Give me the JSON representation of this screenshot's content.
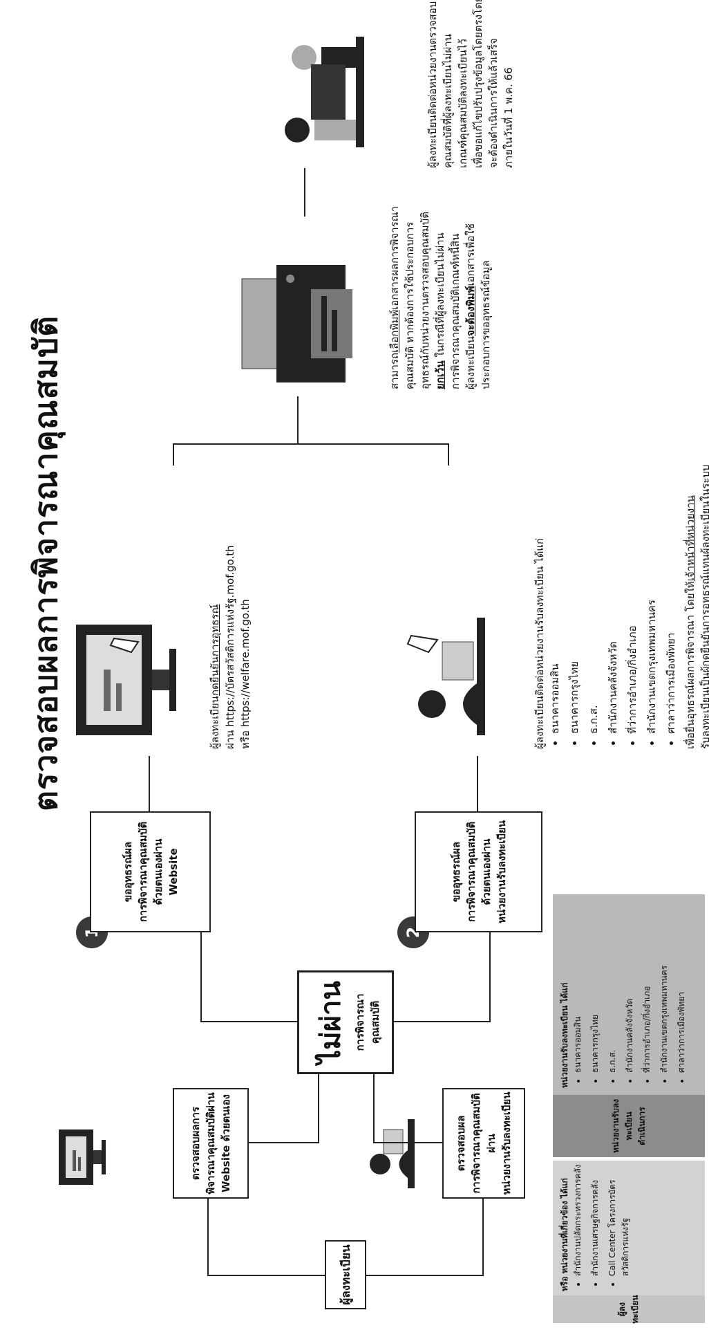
{
  "title": "ตรวจสอบผลการพิจารณาคุณสมบัติ",
  "registrant": "ผู้ลงทะเบียน",
  "check_website": [
    "ตรวจสอบผลการ",
    "พิจารณาคุณสมบัติผ่าน",
    "Website ด้วยตนเอง"
  ],
  "check_agency": [
    "ตรวจสอบผล",
    "การพิจารณาคุณสมบัติผ่าน",
    "หน่วยงานรับลงทะเบียน"
  ],
  "not_pass": {
    "main": "ไม่ผ่าน",
    "sub": "การพิจารณาคุณสมบัติ"
  },
  "step1": {
    "num": "1",
    "lines": [
      "ขออุทธรณ์ผล",
      "การพิจารณาคุณสมบัติ",
      "ด้วยตนเองผ่าน",
      "Website"
    ]
  },
  "step2": {
    "num": "2",
    "lines": [
      "ขออุทธรณ์ผล",
      "การพิจารณาคุณสมบัติ",
      "ด้วยตนเองผ่าน",
      "หน่วยงานรับลงทะเบียน"
    ]
  },
  "web_appeal": {
    "l1a": "ผู้ลงทะเบียน",
    "l1b": "กดยืนยันการอุทธรณ์",
    "l2": "ผ่าน https://บัตรสวัสดิการแห่งรัฐ.mof.go.th",
    "l3": "หรือ https://welfare.mof.go.th"
  },
  "agency_appeal": {
    "intro": "ผู้ลงทะเบียนติดต่อหน่วยงานรับลงทะเบียน ได้แก่",
    "items": [
      "ธนาคารออมสิน",
      "ธนาคารกรุงไทย",
      "ธ.ก.ส.",
      "สำนักงานคลังจังหวัด",
      "ที่ว่าการอำเภอ/กิ่งอำเภอ",
      "สำนักงานเขตกรุงเทพมหานคร",
      "ศาลาว่าการเมืองพัทยา"
    ],
    "note1a": "เพื่อยื่นอุทธรณ์ผลการพิจารณา โดยให้",
    "note1b": "เจ้าหน้าที่หน่วยงาน",
    "note2": "รับลงทะเบียนเป็นผู้กดยืนยันการอุทธรณ์แทนผู้ลงทะเบียนในระบบ"
  },
  "print_text": {
    "l1a": "สามารถ",
    "l1b": "เลือกพิมพ์",
    "l1c": "เอกสารผลการพิจารณา",
    "l2": "คุณสมบัติ หากต้องการใช้ประกอบการ",
    "l3": "อุทธรณ์กับหน่วยงานตรวจสอบคุณสมบัติ",
    "l4a": "ยกเว้น",
    "l4b": " ในกรณีที่ผู้ลงทะเบียนไม่ผ่าน",
    "l5": "การพิจารณาคุณสมบัติเกณฑ์หนี้สิน",
    "l6a": "ผู้ลงทะเบียน",
    "l6b": "จะต้องพิมพ์",
    "l6c": "เอกสารเพื่อใช้",
    "l7": "ประกอบการขออุทธรณ์ข้อมูล"
  },
  "final_text": {
    "l1": "ผู้ลงทะเบียนติดต่อหน่วยงานตรวจสอบ",
    "l2": "คุณสมบัติที่ผู้ลงทะเบียนไม่ผ่าน",
    "l3": "เกณฑ์คุณสมบัติลงทะเบียนไว้",
    "l4": "เพื่อขอแก้ไขปรับปรุงข้อมูลโดยตรงโดย",
    "l5": "จะต้องดำเนินการให้แล้วเสร็จ",
    "l6": "ภายในวันที่ 1 พ.ค. 66"
  },
  "side_panel": {
    "top_label": "หน่วยงานรับลงทะเบียน ได้แก่",
    "top_items": [
      "ธนาคารออมสิน",
      "ธนาคารกรุงไทย",
      "ธ.ก.ส.",
      "สำนักงานคลังจังหวัด",
      "ที่ว่าการอำเภอ/กิ่งอำเภอ",
      "สำนักงานเขตกรุงเทพมหานคร",
      "ศาลาว่าการเมืองพัทยา"
    ],
    "dark_label": [
      "หน่วยงานรับลงทะเบียน",
      "ดำเนินการ"
    ],
    "bottom_label": "หรือ หน่วยงานที่เกี่ยวข้อง ได้แก่",
    "bottom_items": [
      "สำนักงานปลัดกระทรวงการคลัง",
      "สำนักงานเศรษฐกิจการคลัง",
      "Call Center โครงการบัตรสวัสดิการแห่งรัฐ"
    ],
    "light_label": "ผู้ลงทะเบียน"
  }
}
